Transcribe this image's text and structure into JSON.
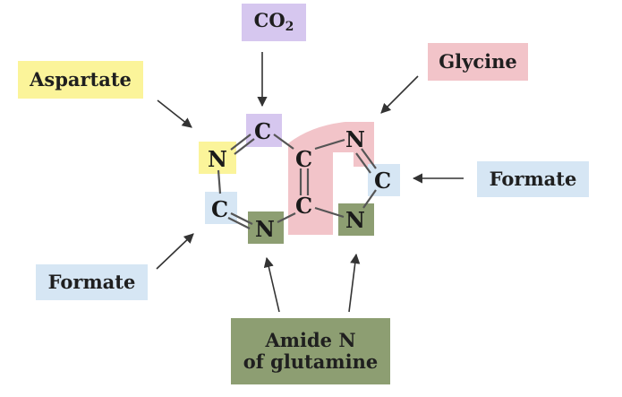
{
  "labels": {
    "aspartate": "Aspartate",
    "co2_main": "CO",
    "co2_sub": "2",
    "glycine": "Glycine",
    "formate_right": "Formate",
    "formate_left": "Formate",
    "amide_line1": "Amide N",
    "amide_line2": "of glutamine"
  },
  "atoms": {
    "n1": "N",
    "c2": "C",
    "n3": "N",
    "c4": "C",
    "c5": "C",
    "c6": "C",
    "n7": "N",
    "c8": "C",
    "n9": "N"
  },
  "colors": {
    "aspartate": "#fbf49a",
    "co2": "#d6c7ef",
    "glycine": "#f2c4c9",
    "formate": "#d6e6f4",
    "glutamine": "#8d9e72"
  }
}
